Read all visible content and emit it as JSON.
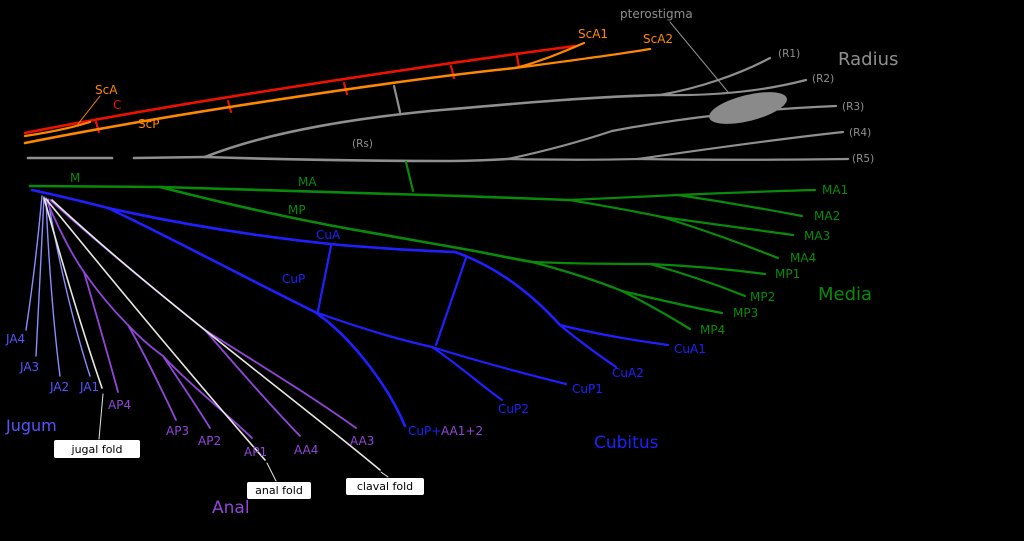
{
  "diagram": {
    "regions": {
      "radius": "Radius",
      "media": "Media",
      "cubitus": "Cubitus",
      "jugum": "Jugum",
      "anal": "Anal"
    },
    "costa": {
      "c": "C"
    },
    "subcosta": {
      "sca": "ScA",
      "scp": "ScP",
      "sca1": "ScA1",
      "sca2": "ScA2"
    },
    "radius_veins": {
      "pterostigma": "pterostigma",
      "rs": "(Rs)",
      "r1": "(R1)",
      "r2": "(R2)",
      "r3": "(R3)",
      "r4": "(R4)",
      "r5": "(R5)"
    },
    "media_veins": {
      "m": "M",
      "ma": "MA",
      "mp": "MP",
      "ma1": "MA1",
      "ma2": "MA2",
      "ma3": "MA3",
      "ma4": "MA4",
      "mp1": "MP1",
      "mp2": "MP2",
      "mp3": "MP3",
      "mp4": "MP4"
    },
    "cubitus_veins": {
      "cua": "CuA",
      "cup": "CuP",
      "cua1": "CuA1",
      "cua2": "CuA2",
      "cup1": "CuP1",
      "cup2": "CuP2",
      "fused_blue": "CuP+",
      "fused_purple": "AA1+2"
    },
    "jugum_veins": {
      "ja4": "JA4",
      "ja3": "JA3",
      "ja2": "JA2",
      "ja1": "JA1"
    },
    "anal_veins": {
      "ap4": "AP4",
      "ap3": "AP3",
      "ap2": "AP2",
      "ap1": "AP1",
      "aa4": "AA4",
      "aa3": "AA3"
    },
    "folds": {
      "jugal": "jugal fold",
      "anal": "anal fold",
      "claval": "claval fold"
    },
    "colors": {
      "background": "#000000",
      "costa": "#ee1100",
      "subcosta": "#ff8800",
      "radius": "#8f8f8f",
      "media": "#0a8a0a",
      "cubitus": "#2020ff",
      "jugum_label": "#5555ff",
      "jugum_line": "#8c8cff",
      "anal": "#9146d9",
      "fold": "#e8e8e2",
      "pterostigma": "#8a8a8a",
      "fold_label_bg": "#ffffff",
      "fold_label_text": "#000000"
    }
  }
}
